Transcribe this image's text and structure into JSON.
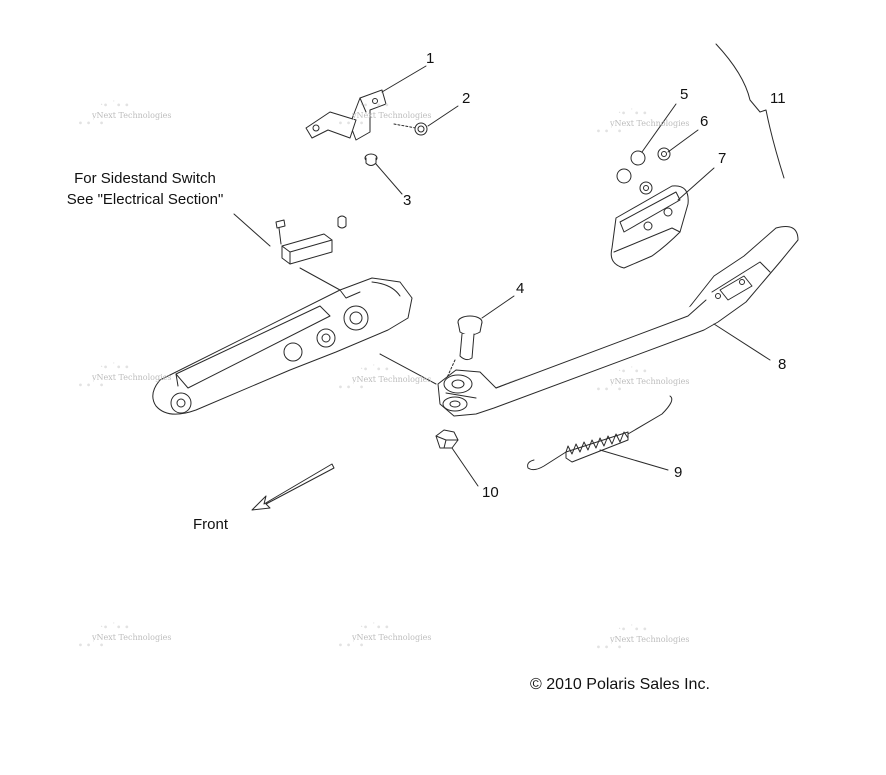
{
  "callouts": [
    "1",
    "2",
    "3",
    "4",
    "5",
    "6",
    "7",
    "8",
    "9",
    "10",
    "11"
  ],
  "note": {
    "line1": "For Sidestand Switch",
    "line2": "See \"Electrical Section\""
  },
  "front_label": "Front",
  "copyright": "© 2010 Polaris Sales Inc.",
  "watermark": "vNext Technologies",
  "colors": {
    "line": "#2a2a2a",
    "fill": "#ffffff",
    "watermark": "#bdbdbd"
  }
}
